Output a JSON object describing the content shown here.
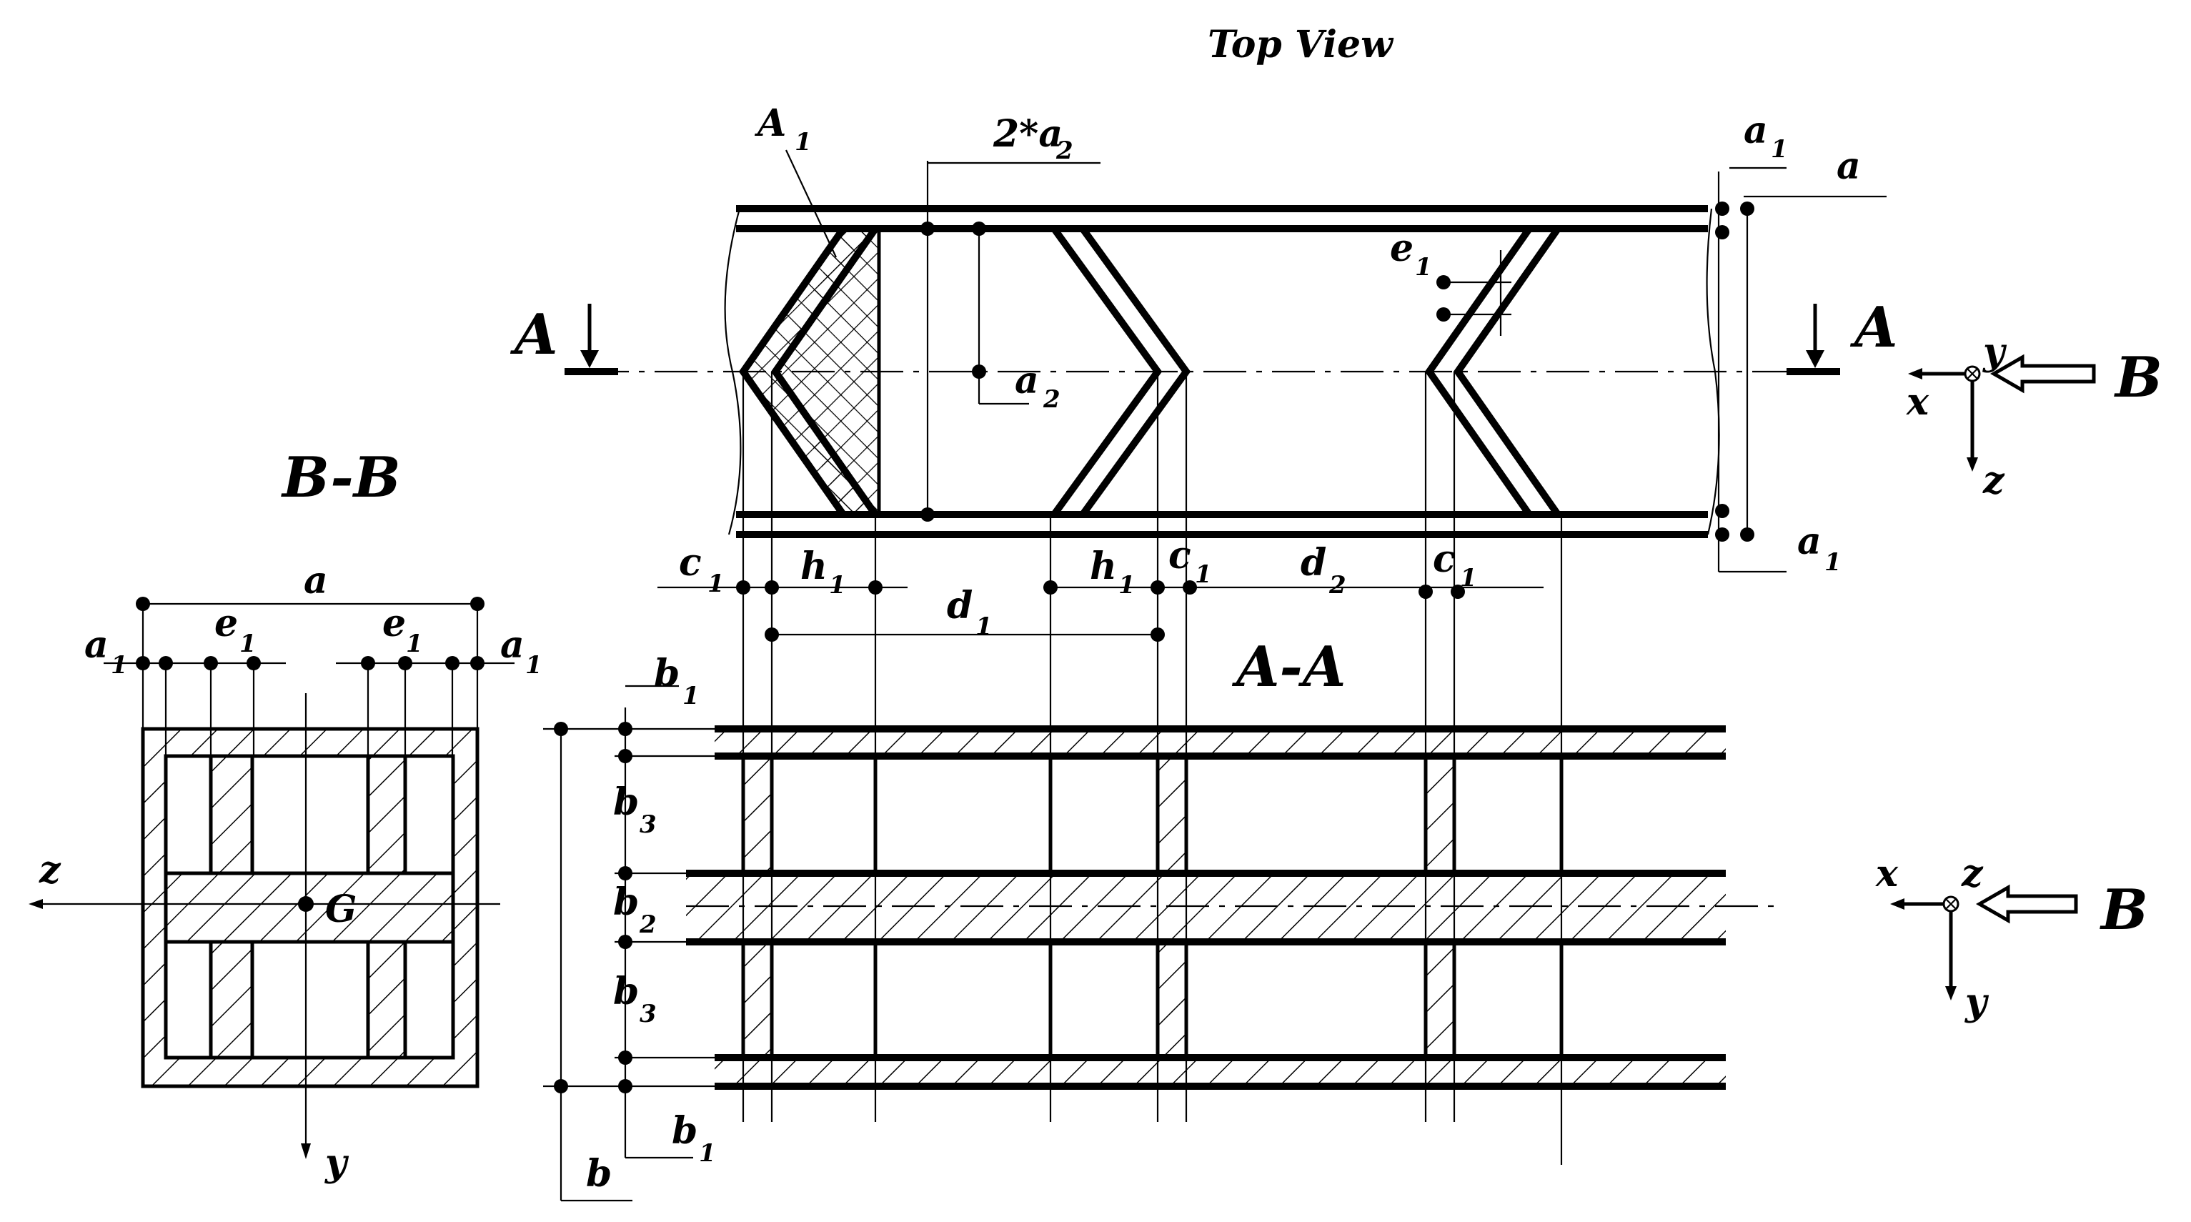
{
  "views": {
    "top": {
      "title": "Top View",
      "label_A1": "A",
      "label_A1_sub": "1",
      "dim_2a2": "2*a",
      "dim_2a2_sub": "2",
      "label_a2": "a",
      "label_a2_sub": "2",
      "label_e1": "e",
      "label_e1_sub": "1",
      "label_a1_top": "a",
      "label_a1_top_sub": "1",
      "label_a": "a",
      "label_a1_bottom": "a",
      "label_a1_bottom_sub": "1",
      "section_left": "A",
      "section_right": "A",
      "view_B": "B"
    },
    "bb": {
      "title": "B-B",
      "dim_a": "a",
      "label_a1_left": "a",
      "label_a1_left_sub": "1",
      "label_e1_left": "e",
      "label_e1_left_sub": "1",
      "label_e1_right": "e",
      "label_e1_right_sub": "1",
      "label_a1_right": "a",
      "label_a1_right_sub": "1",
      "center_G": "G",
      "axis_z": "z",
      "axis_y": "y"
    },
    "aa": {
      "title": "A-A",
      "label_b1_top": "b",
      "label_b1_top_sub": "1",
      "label_b3_top": "b",
      "label_b3_top_sub": "3",
      "label_b2": "b",
      "label_b2_sub": "2",
      "label_b3_bottom": "b",
      "label_b3_bottom_sub": "3",
      "label_b1_bottom": "b",
      "label_b1_bottom_sub": "1",
      "label_b": "b",
      "view_B": "B"
    },
    "dims_row": {
      "c1_left": "c",
      "c1_left_sub": "1",
      "h1_left": "h",
      "h1_left_sub": "1",
      "d1": "d",
      "d1_sub": "1",
      "h1_right": "h",
      "h1_right_sub": "1",
      "c1_mid": "c",
      "c1_mid_sub": "1",
      "d2": "d",
      "d2_sub": "2",
      "c1_right": "c",
      "c1_right_sub": "1"
    }
  },
  "axes": {
    "top_triad": {
      "x": "x",
      "y": "y",
      "z": "z"
    },
    "aa_triad": {
      "x": "x",
      "z": "z",
      "y": "y"
    }
  }
}
